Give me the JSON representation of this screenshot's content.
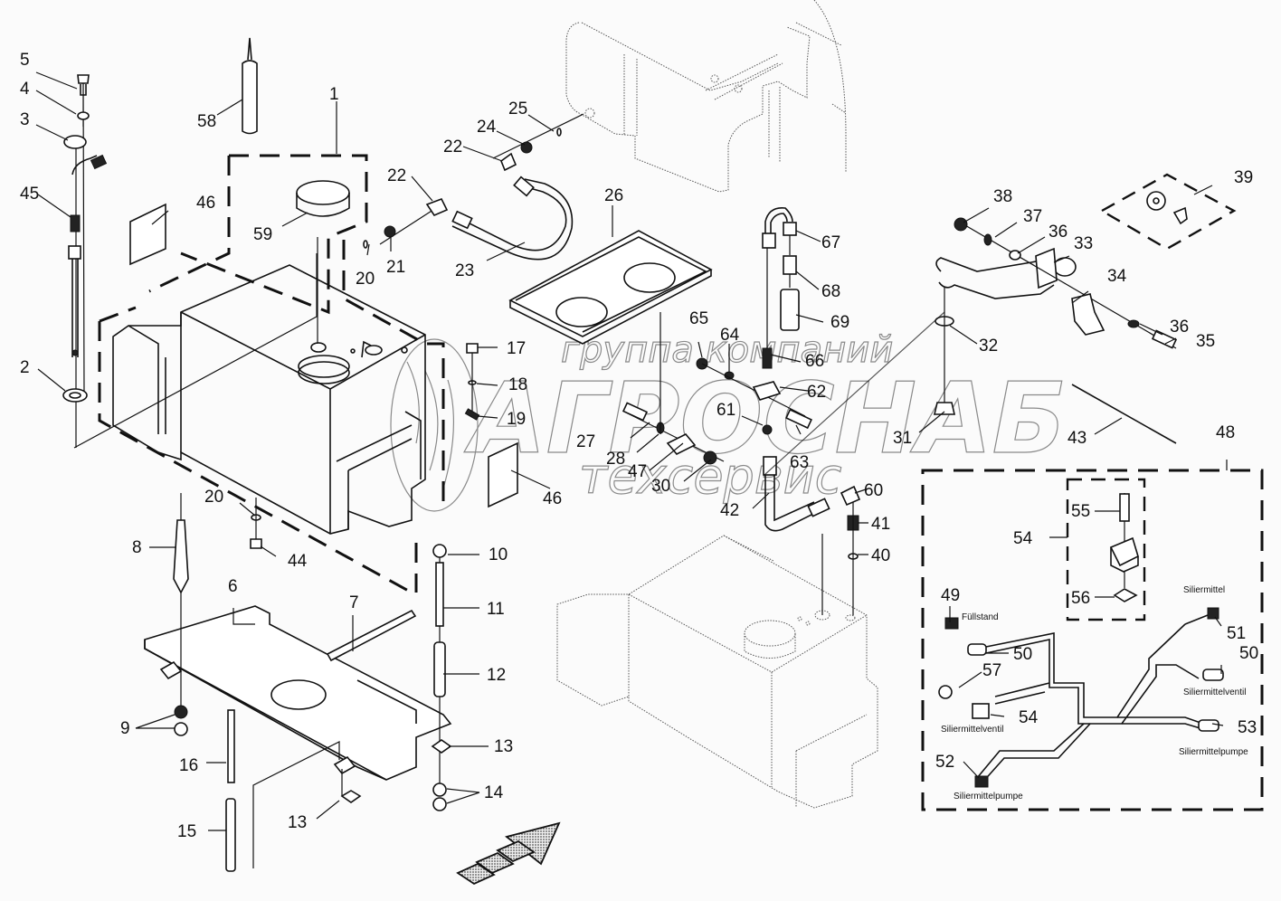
{
  "diagram": {
    "type": "exploded-parts-diagram",
    "subject": "Silage additive tank assembly",
    "watermark": {
      "line1": "группа компаний",
      "line2": "АГРОСНАБ",
      "line3": "техсервис"
    },
    "callouts": {
      "c1": "1",
      "c2": "2",
      "c3": "3",
      "c4": "4",
      "c5": "5",
      "c6": "6",
      "c7": "7",
      "c8": "8",
      "c9": "9",
      "c10": "10",
      "c11": "11",
      "c12": "12",
      "c13a": "13",
      "c13b": "13",
      "c14": "14",
      "c15": "15",
      "c16": "16",
      "c17": "17",
      "c18": "18",
      "c19": "19",
      "c20a": "20",
      "c20b": "20",
      "c21": "21",
      "c22a": "22",
      "c22b": "22",
      "c23": "23",
      "c24": "24",
      "c25": "25",
      "c26": "26",
      "c27": "27",
      "c28": "28",
      "c30": "30",
      "c31": "31",
      "c32": "32",
      "c33": "33",
      "c34": "34",
      "c35": "35",
      "c36a": "36",
      "c36b": "36",
      "c37": "37",
      "c38": "38",
      "c39": "39",
      "c40": "40",
      "c41": "41",
      "c42": "42",
      "c43": "43",
      "c44": "44",
      "c45": "45",
      "c46a": "46",
      "c46b": "46",
      "c47": "47",
      "c48": "48",
      "c49": "49",
      "c50a": "50",
      "c50b": "50",
      "c51": "51",
      "c52": "52",
      "c53": "53",
      "c54a": "54",
      "c54b": "54",
      "c55": "55",
      "c56": "56",
      "c57": "57",
      "c58": "58",
      "c59": "59",
      "c60": "60",
      "c61": "61",
      "c62": "62",
      "c63": "63",
      "c64": "64",
      "c65": "65",
      "c66": "66",
      "c67": "67",
      "c68": "68",
      "c69": "69"
    },
    "harness_labels": {
      "fuellstand": "Füllstand",
      "siliermittel": "Siliermittel",
      "siliermittelventil_right": "Siliermittelventil",
      "siliermittelventil_left": "Siliermittelventil",
      "siliermittelpumpe_right": "Siliermittelpumpe",
      "siliermittelpumpe_left": "Siliermittelpumpe"
    },
    "direction_arrow": "travel-direction-arrow"
  }
}
